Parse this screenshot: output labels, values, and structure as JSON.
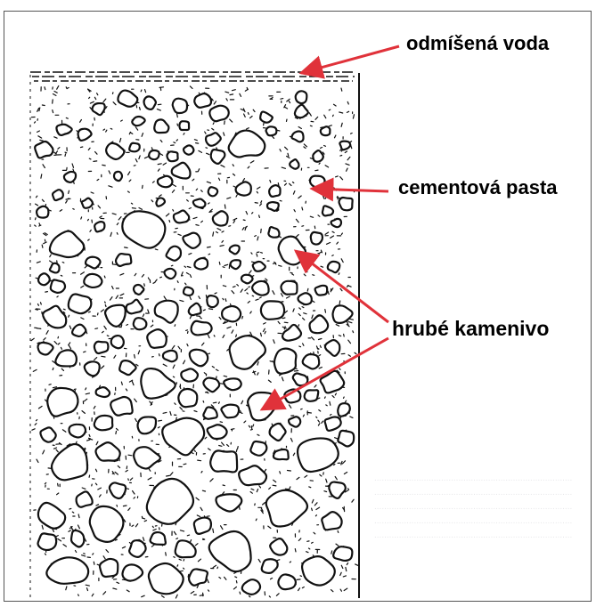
{
  "labels": {
    "mixing_water": "odmíšená voda",
    "cement_paste": "cementová pasta",
    "coarse_aggregate": "hrubé kamenivo"
  },
  "colors": {
    "arrow": "#e0323a",
    "ink": "#111111",
    "frame": "#555555",
    "background": "#ffffff"
  }
}
